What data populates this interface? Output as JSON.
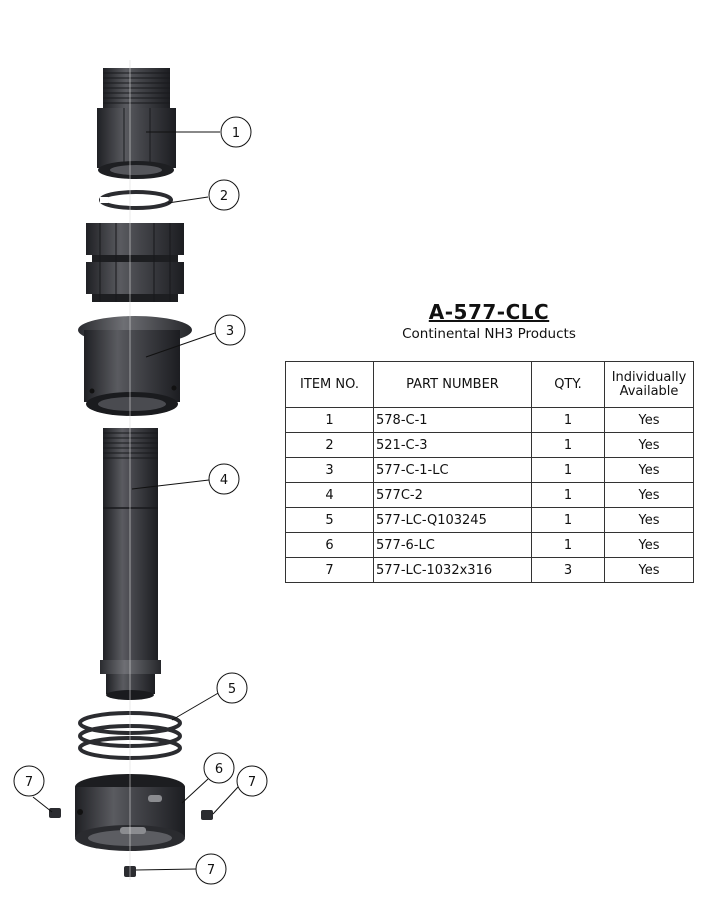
{
  "title": "A-577-CLC",
  "subtitle": "Continental NH3 Products",
  "table": {
    "headers": {
      "item_no": "ITEM NO.",
      "part_number": "PART NUMBER",
      "qty": "QTY.",
      "individually_line1": "Individually",
      "individually_line2": "Available"
    },
    "rows": [
      {
        "item": "1",
        "part": "578-C-1",
        "qty": "1",
        "available": "Yes"
      },
      {
        "item": "2",
        "part": "521-C-3",
        "qty": "1",
        "available": "Yes"
      },
      {
        "item": "3",
        "part": "577-C-1-LC",
        "qty": "1",
        "available": "Yes"
      },
      {
        "item": "4",
        "part": "577C-2",
        "qty": "1",
        "available": "Yes"
      },
      {
        "item": "5",
        "part": "577-LC-Q103245",
        "qty": "1",
        "available": "Yes"
      },
      {
        "item": "6",
        "part": "577-6-LC",
        "qty": "1",
        "available": "Yes"
      },
      {
        "item": "7",
        "part": "577-LC-1032x316",
        "qty": "3",
        "available": "Yes"
      }
    ]
  },
  "balloons": {
    "b1": "1",
    "b2": "2",
    "b3": "3",
    "b4": "4",
    "b5": "5",
    "b6": "6",
    "b7a": "7",
    "b7b": "7",
    "b7c": "7"
  },
  "colors": {
    "part_dark": "#2b2c30",
    "part_mid": "#4a4b50",
    "part_light": "#6a6b70"
  }
}
